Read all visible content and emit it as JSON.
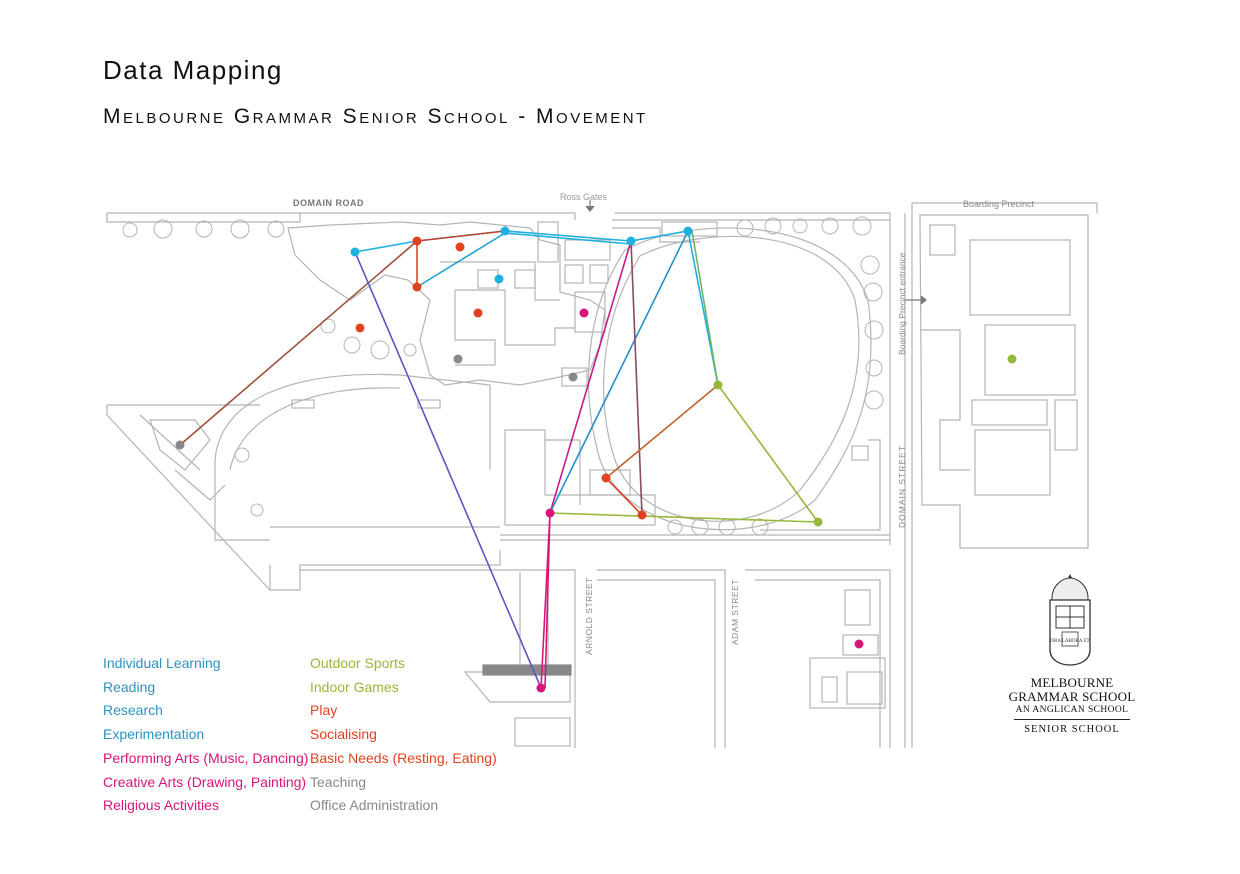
{
  "header": {
    "title": "Data Mapping",
    "subtitle": "Melbourne Grammar Senior School - Movement"
  },
  "map_labels": {
    "domain_road": "DOMAIN ROAD",
    "ross_gates": "Ross Gates",
    "boarding_precinct": "Boarding Precinct",
    "boarding_entrance": "Boarding Precinct entrance",
    "domain_street": "DOMAIN STREET",
    "arnold_street": "ARNOLD STREET",
    "adam_street": "ADAM STREET"
  },
  "colors": {
    "cyan": "#1fb0e0",
    "blue": "#2a8cc0",
    "magenta": "#d9157a",
    "red": "#e0411e",
    "brown": "#a0503a",
    "green": "#95b93a",
    "grey": "#888888",
    "purple": "#5a58c0",
    "map_line": "#b0b0b0"
  },
  "legend": {
    "left": [
      {
        "label": "Individual Learning",
        "color": "#2c93c3"
      },
      {
        "label": "Reading",
        "color": "#2c93c3"
      },
      {
        "label": "Research",
        "color": "#2c93c3"
      },
      {
        "label": "Experimentation",
        "color": "#2c93c3"
      },
      {
        "label": "Performing Arts (Music, Dancing)",
        "color": "#d9157a"
      },
      {
        "label": "Creative Arts (Drawing, Painting)",
        "color": "#d9157a"
      },
      {
        "label": "Religious Activities",
        "color": "#d9157a"
      }
    ],
    "right": [
      {
        "label": "Outdoor Sports",
        "color": "#95b93a"
      },
      {
        "label": "Indoor Games",
        "color": "#95b93a"
      },
      {
        "label": "Play",
        "color": "#e0411e"
      },
      {
        "label": "Socialising",
        "color": "#e0411e"
      },
      {
        "label": "Basic Needs (Resting, Eating)",
        "color": "#e0411e"
      },
      {
        "label": "Teaching",
        "color": "#888888"
      },
      {
        "label": "Office Administration",
        "color": "#888888"
      }
    ]
  },
  "logo": {
    "crest_text": "ORA LABORA ET",
    "name_line1": "MELBOURNE",
    "name_line2": "GRAMMAR SCHOOL",
    "name_line3": "AN ANGLICAN SCHOOL",
    "name_line4": "SENIOR SCHOOL"
  }
}
